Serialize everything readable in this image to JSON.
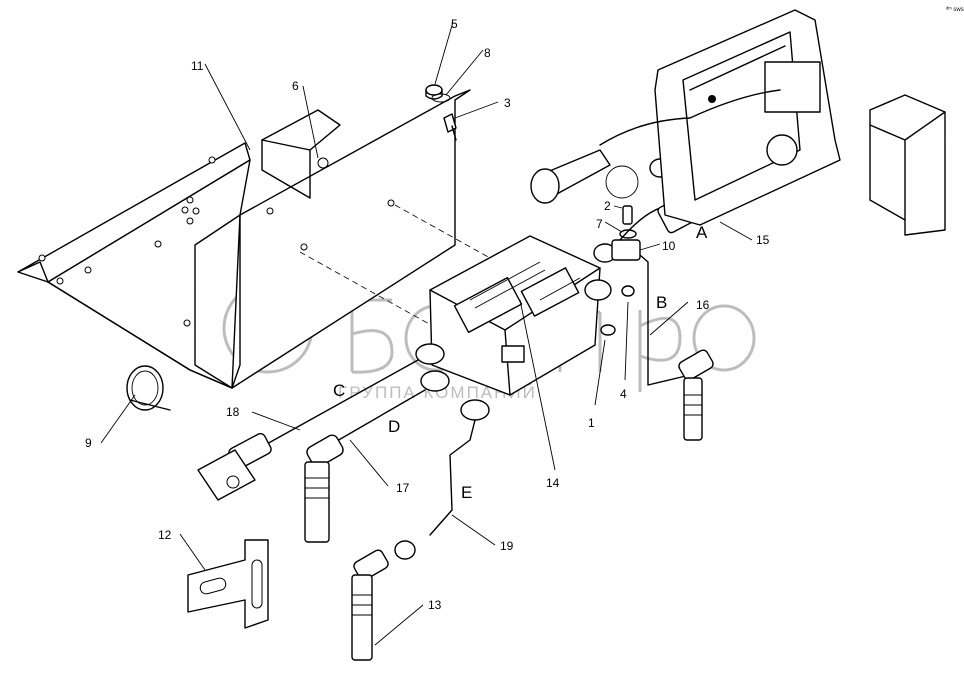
{
  "corner_mark": "ᵈᵐ sws",
  "watermark": {
    "subtitle": "ГРУППА КОМПАНИЙ"
  },
  "callouts": [
    {
      "id": "c1",
      "text": "1"
    },
    {
      "id": "c2",
      "text": "2"
    },
    {
      "id": "c3",
      "text": "3"
    },
    {
      "id": "c4",
      "text": "4"
    },
    {
      "id": "c5",
      "text": "5"
    },
    {
      "id": "c6",
      "text": "6"
    },
    {
      "id": "c7",
      "text": "7"
    },
    {
      "id": "c8",
      "text": "8"
    },
    {
      "id": "c9",
      "text": "9"
    },
    {
      "id": "c10",
      "text": "10"
    },
    {
      "id": "c11",
      "text": "11"
    },
    {
      "id": "c12",
      "text": "12"
    },
    {
      "id": "c13",
      "text": "13"
    },
    {
      "id": "c14",
      "text": "14"
    },
    {
      "id": "c15",
      "text": "15"
    },
    {
      "id": "c16",
      "text": "16"
    },
    {
      "id": "c17",
      "text": "17"
    },
    {
      "id": "c18",
      "text": "18"
    },
    {
      "id": "c19",
      "text": "19"
    }
  ],
  "cable_letters": [
    {
      "id": "A",
      "text": "A"
    },
    {
      "id": "B",
      "text": "B"
    },
    {
      "id": "C",
      "text": "C"
    },
    {
      "id": "D",
      "text": "D"
    },
    {
      "id": "E",
      "text": "E"
    }
  ]
}
